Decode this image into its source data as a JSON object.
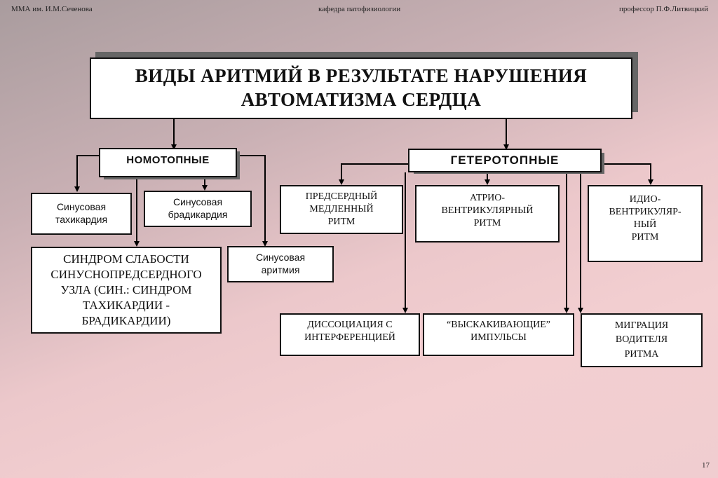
{
  "header": {
    "left": "ММА им. И.М.Сеченова",
    "center": "кафедра патофизиологии",
    "right": "профессор П.Ф.Литвицкий"
  },
  "title": {
    "line1": "ВИДЫ АРИТМИЙ В РЕЗУЛЬТАТЕ НАРУШЕНИЯ",
    "line2": "АВТОМАТИЗМА СЕРДЦА"
  },
  "categories": {
    "nomotopic": "НОМОТОПНЫЕ",
    "heterotopic": "ГЕТЕРОТОПНЫЕ"
  },
  "nomotopic_items": {
    "sinus_tachycardia": [
      "Синусовая",
      "тахикардия"
    ],
    "sinus_bradycardia": [
      "Синусовая",
      "брадикардия"
    ],
    "sick_sinus": [
      "СИНДРОМ СЛАБОСТИ",
      "СИНУСНОПРЕДСЕРДНОГО",
      "УЗЛА (СИН.: СИНДРОМ",
      "ТАХИКАРДИИ -",
      "БРАДИКАРДИИ)"
    ],
    "sinus_arrhythmia": [
      "Синусовая",
      "аритмия"
    ]
  },
  "heterotopic_items": {
    "atrial_slow": [
      "ПРЕДСЕРДНЫЙ",
      "МЕДЛЕННЫЙ",
      "РИТМ"
    ],
    "av_rhythm": [
      "АТРИО-",
      "ВЕНТРИКУЛЯРНЫЙ",
      "РИТМ"
    ],
    "idioventricular": [
      "ИДИО-",
      "ВЕНТРИКУЛЯР-",
      "НЫЙ",
      "РИТМ"
    ],
    "dissociation": [
      "ДИССОЦИАЦИЯ С",
      "ИНТЕРФЕРЕНЦИЕЙ"
    ],
    "escape": [
      "“ВЫСКАКИВАЮЩИЕ”",
      "ИМПУЛЬСЫ"
    ],
    "migration": [
      "МИГРАЦИЯ",
      "ВОДИТЕЛЯ",
      "РИТМА"
    ]
  },
  "page_number": "17"
}
